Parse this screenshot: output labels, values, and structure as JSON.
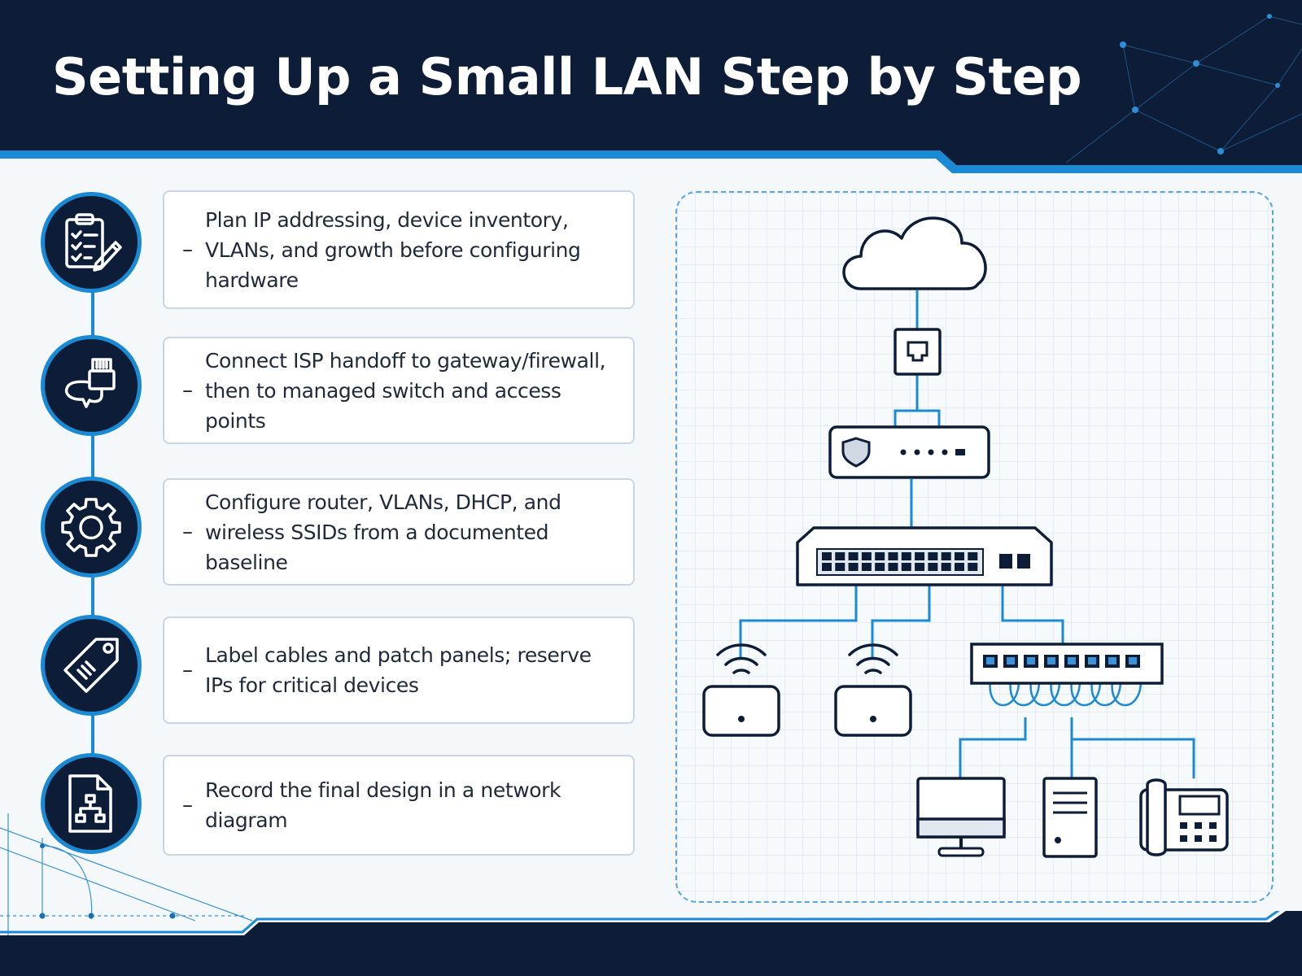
{
  "title": "Setting Up a Small LAN Step by Step",
  "colors": {
    "navy": "#0d1d38",
    "accent_blue": "#1a8ad4",
    "card_border": "#c9d6e3"
  },
  "steps": [
    {
      "icon": "clipboard-checklist-icon",
      "text": "Plan IP addressing, device inventory, VLANs, and growth before configuring hardware"
    },
    {
      "icon": "ethernet-cable-icon",
      "text": "Connect ISP handoff to gateway/firewall, then to managed switch and access points"
    },
    {
      "icon": "gear-icon",
      "text": "Configure router, VLANs, DHCP, and wireless SSIDs from a documented baseline"
    },
    {
      "icon": "tag-label-icon",
      "text": "Label cables and patch panels; reserve IPs for critical devices"
    },
    {
      "icon": "document-diagram-icon",
      "text": "Record the final design in a network diagram"
    }
  ],
  "diagram": {
    "nodes": [
      "cloud-icon",
      "wall-jack-icon",
      "firewall-icon",
      "managed-switch-icon",
      "access-point-icon",
      "access-point-icon",
      "patch-panel-icon",
      "desktop-monitor-icon",
      "server-tower-icon",
      "ip-phone-icon"
    ]
  }
}
